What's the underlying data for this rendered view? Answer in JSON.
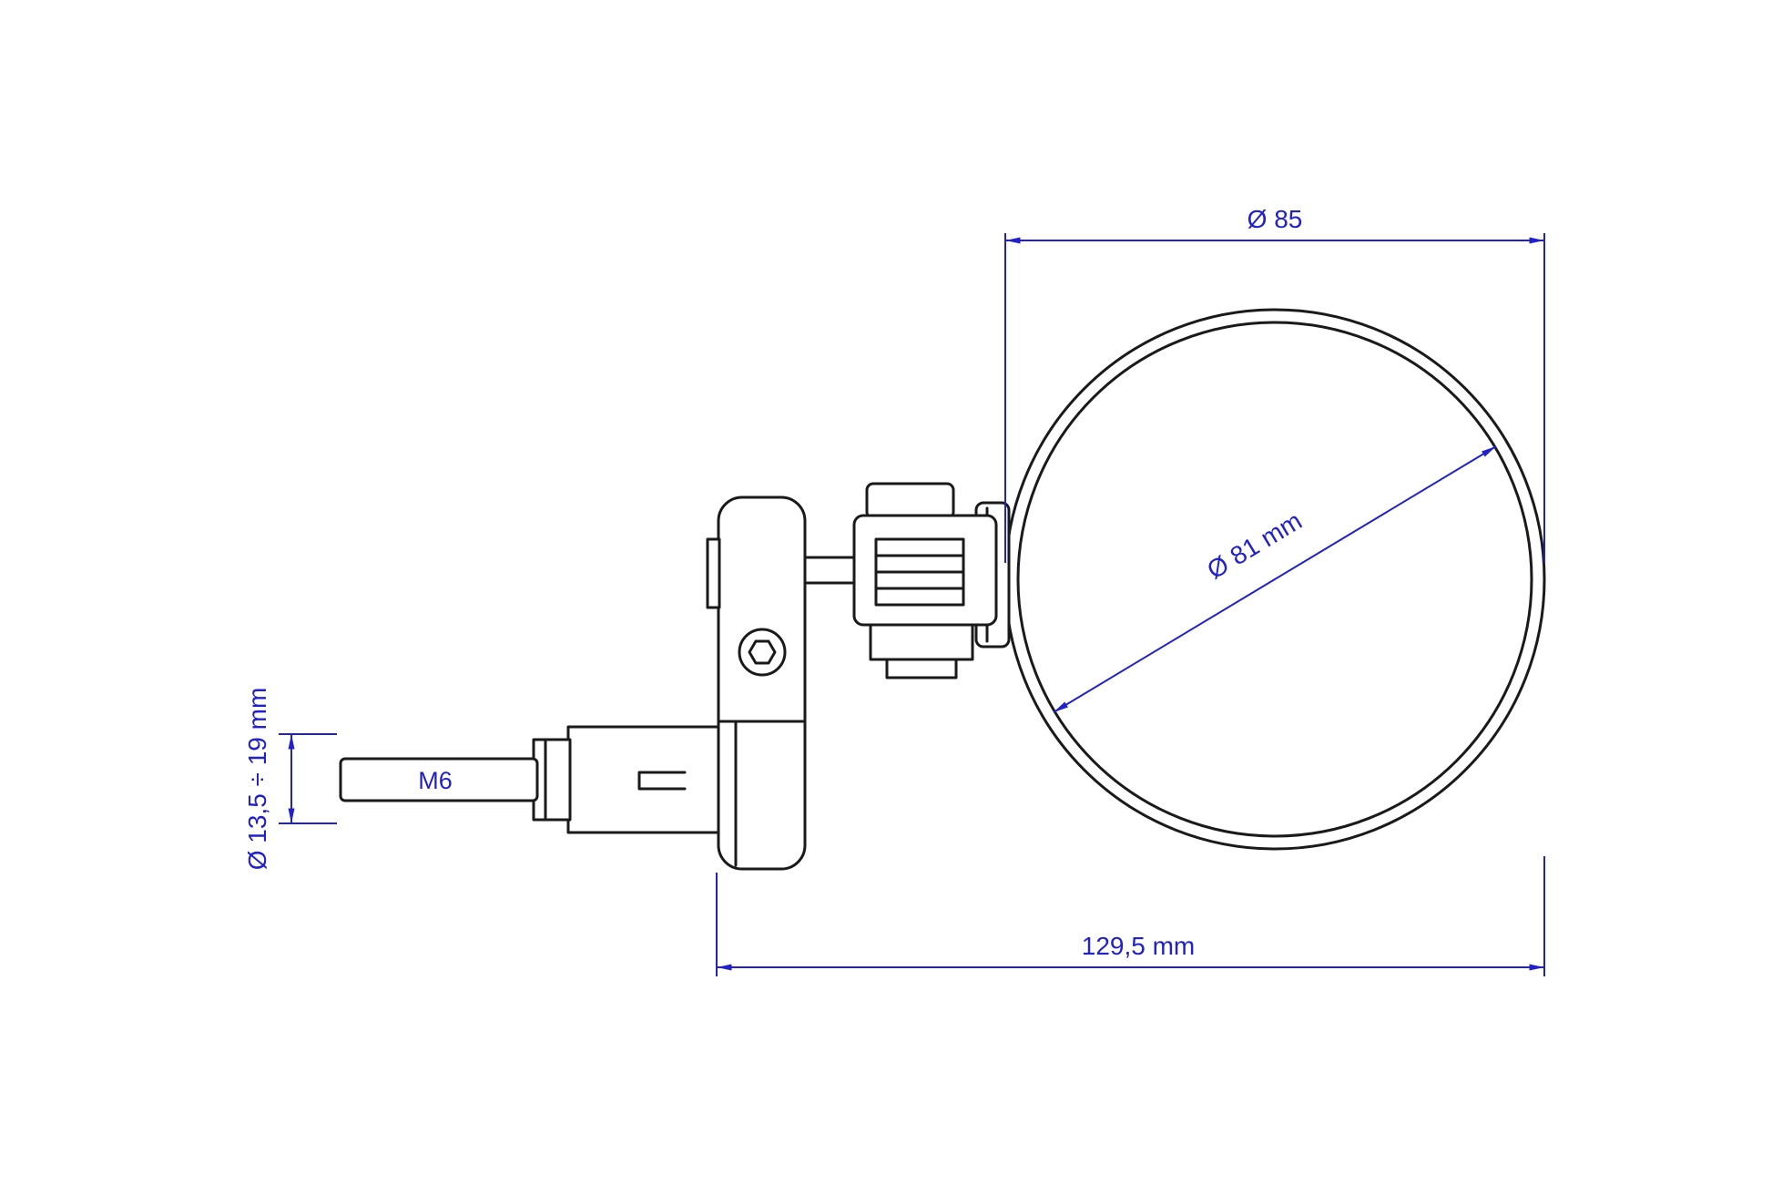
{
  "dimensions": {
    "mirror_outer_diameter": {
      "label": "Ø 85",
      "value_mm": 85
    },
    "mirror_glass_diameter": {
      "label": "Ø 81 mm",
      "value_mm": 81
    },
    "overall_length": {
      "label": "129,5 mm",
      "value_mm": 129.5
    },
    "clamp_diameter_range": {
      "label": "Ø 13,5 ÷ 19 mm",
      "min_mm": 13.5,
      "max_mm": 19
    },
    "stem_thread": {
      "label": "M6"
    }
  },
  "colors": {
    "dimension_blue": "#2020cc",
    "outline_black": "#1a1a1a",
    "background": "#ffffff"
  }
}
